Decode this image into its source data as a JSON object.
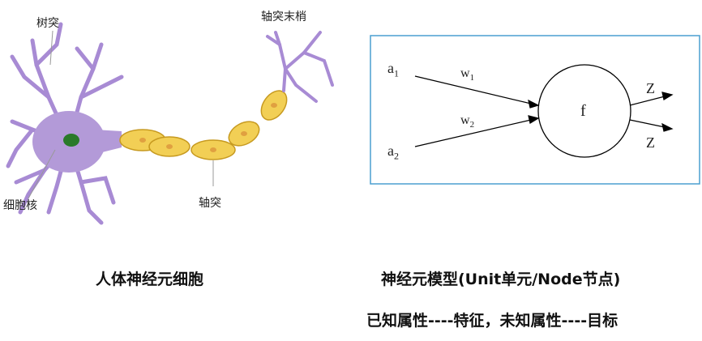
{
  "neuron": {
    "labels": {
      "dendrite": "树突",
      "axon_terminal": "轴突末梢",
      "nucleus": "细胞核",
      "axon": "轴突"
    },
    "caption": "人体神经元细胞"
  },
  "model": {
    "input1": "a",
    "input1_sub": "1",
    "input2": "a",
    "input2_sub": "2",
    "weight1": "w",
    "weight1_sub": "1",
    "weight2": "w",
    "weight2_sub": "2",
    "node": "f",
    "output1": "Z",
    "output2": "Z",
    "caption": "神经元模型(Unit单元/Node节点)",
    "subcaption": "已知属性----特征，未知属性----目标"
  },
  "colors": {
    "cell_body": "#b39ad8",
    "nucleus": "#2a7a2a",
    "myelin": "#f2cf55",
    "myelin_border": "#c79a20",
    "box_border": "#4a9fd0"
  }
}
